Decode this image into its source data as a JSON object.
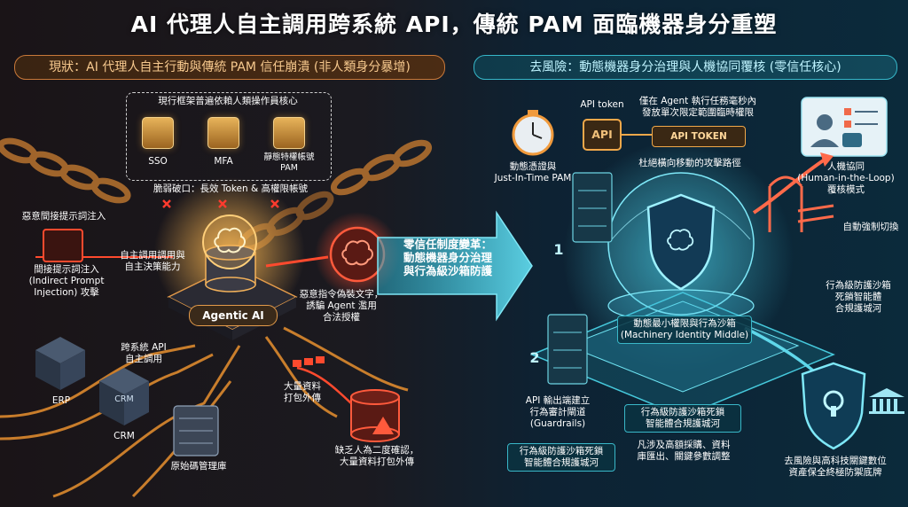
{
  "title": "AI 代理人自主調用跨系統 API，傳統 PAM 面臨機器身分重塑",
  "left_banner": "現狀：AI 代理人自主行動與傳統 PAM 信任崩潰 (非人類身分暴增)",
  "right_banner": "去風險：動態機器身分治理與人機協同覆核 (零信任核心)",
  "left": {
    "framework_note": "現行框架普遍依賴人類操作員核心",
    "auth_items": [
      "SSO",
      "MFA",
      "靜態特權帳號\nPAM"
    ],
    "weak_point": "脆弱破口：長效 Token & 高權限帳號",
    "malicious_injection": "惡意間接提示詞注入",
    "indirect_prompt": "間接提示詞注入\n(Indirect Prompt\nInjection) 攻擊",
    "autonomy": "自主調用調用與\n自主決策能力",
    "agent_label": "Agentic AI",
    "malicious_command": "惡意指令偽裝文字，\n誘騙 Agent 濫用\n合法授權",
    "cross_api": "跨系統 API\n自主調用",
    "erp": "ERP",
    "crm_icon": "CRM",
    "crm": "CRM",
    "repo": "原始碼管理庫",
    "mass_data": "大量資料\n打包外傳",
    "no_confirm": "缺乏人為二度確認，\n大量資料打包外傳"
  },
  "middle": {
    "arrow_text": "零信任制度變革：\n動態機器身分治理\n與行為級沙箱防護"
  },
  "right": {
    "jit": "動態憑證與\nJust-In-Time PAM",
    "api_token_label": "API token",
    "api_chip": "API",
    "api_token_tag": "API TOKEN",
    "token_scope": "僅在 Agent 執行任務毫秒內\n發放單次限定範圍臨時權限",
    "lateral": "杜絕橫向移動的攻擊路徑",
    "hitl": "人機協同\n(Human-in-the-Loop)\n覆核模式",
    "auto_switch": "自動強制切換",
    "step1": "1",
    "step2": "2",
    "sandbox_moat": "行為級防護沙箱\n死鎖智能體\n合規護城河",
    "dynamic_sandbox": "動態最小權限與行為沙箱\n(Machinery Identity Middle)",
    "guardrails": "API 輸出端建立\n行為審計閘道\n(Guardrails)",
    "sandbox_lock": "行為級防護沙箱死鎖\n智能體合規護城河",
    "lock_box": "行為級防護沙箱死鎖\n智能體合規護城河",
    "high_value": "凡涉及高額採購、資料\n庫匯出、關鍵參數調整",
    "asset_guard": "去風險與高科技關鍵數位\n資產保全終極防禦底牌"
  },
  "colors": {
    "orange": "#e8902f",
    "cyan": "#3fd0e3",
    "red": "#e8412f"
  }
}
